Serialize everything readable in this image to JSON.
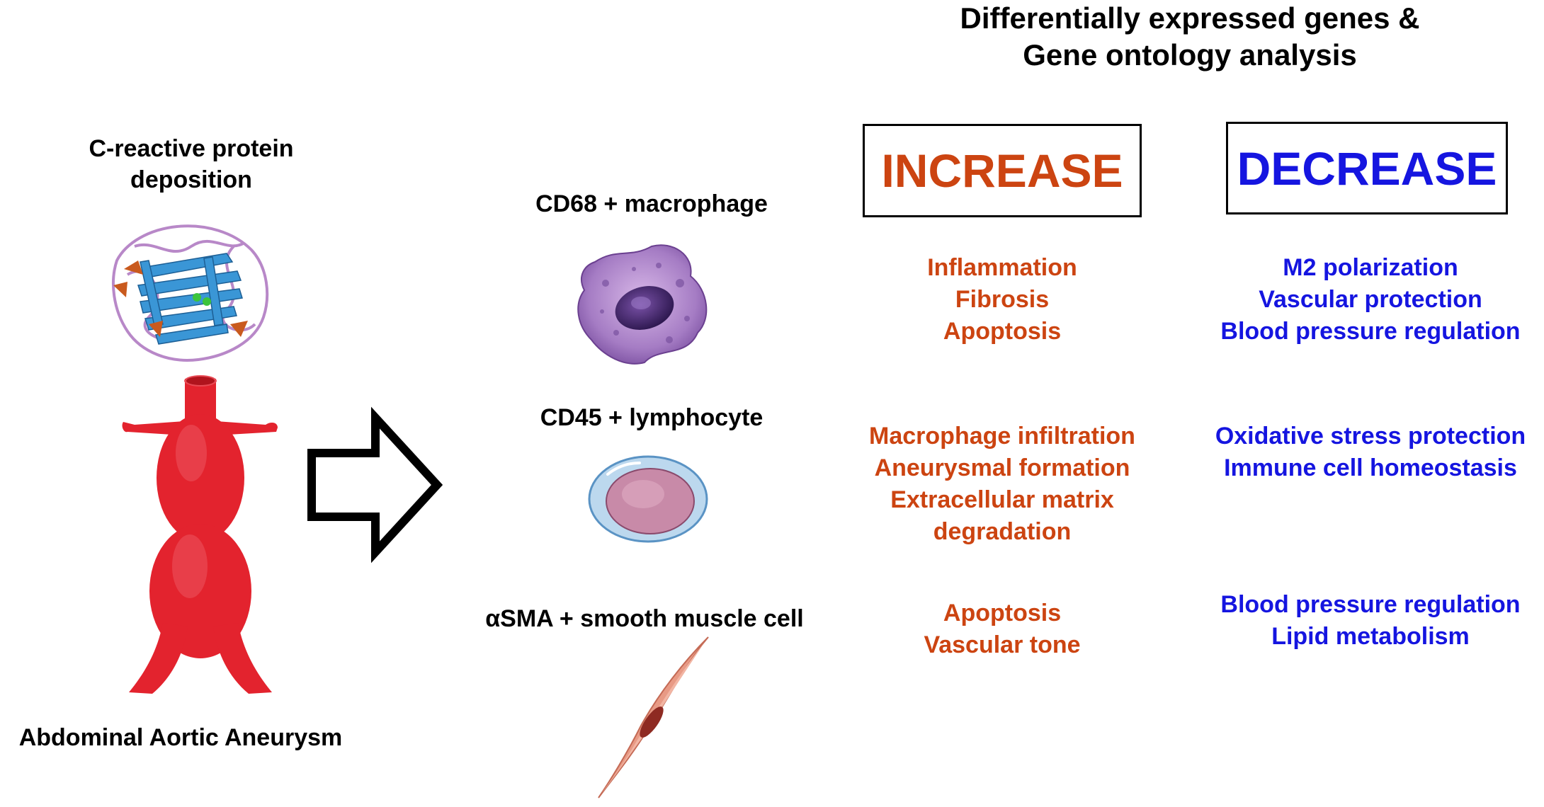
{
  "header": {
    "title_line1": "Differentially expressed genes &",
    "title_line2": "Gene ontology analysis"
  },
  "left": {
    "crp_line1": "C-reactive protein",
    "crp_line2": "deposition",
    "aaa_label": "Abdominal Aortic Aneurysm"
  },
  "cells": {
    "macrophage": "CD68 + macrophage",
    "lymphocyte": "CD45 + lymphocyte",
    "smooth_muscle": "αSMA + smooth muscle cell"
  },
  "columns": {
    "increase": "INCREASE",
    "decrease": "DECREASE"
  },
  "increase_lists": {
    "macrophage": [
      "Inflammation",
      "Fibrosis",
      "Apoptosis"
    ],
    "lymphocyte": [
      "Macrophage infiltration",
      "Aneurysmal formation",
      "Extracellular matrix",
      "degradation"
    ],
    "smooth_muscle": [
      "Apoptosis",
      "Vascular tone"
    ]
  },
  "decrease_lists": {
    "macrophage": [
      "M2 polarization",
      "Vascular protection",
      "Blood pressure regulation"
    ],
    "lymphocyte": [
      "Oxidative stress protection",
      "Immune cell homeostasis"
    ],
    "smooth_muscle": [
      "Blood pressure regulation",
      "Lipid metabolism"
    ]
  },
  "colors": {
    "increase": "#cc4411",
    "decrease": "#1515e0",
    "aorta": "#e3232e"
  }
}
